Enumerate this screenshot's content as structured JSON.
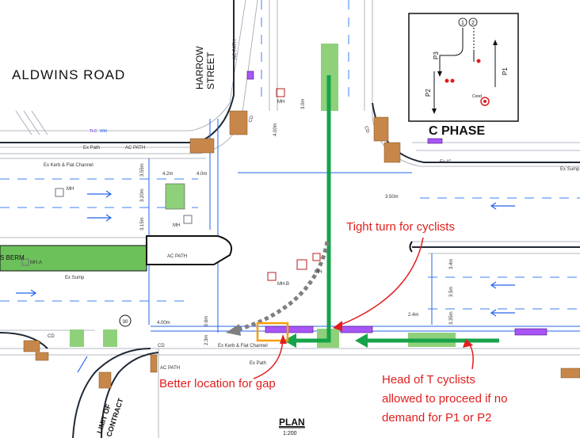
{
  "roads": {
    "aldwins": "ALDWINS  ROAD",
    "harrow_1": "HARROW",
    "harrow_2": "STREET"
  },
  "phase_title": "C PHASE",
  "inset": {
    "signals": [
      "1",
      "2"
    ],
    "phases": [
      "P3",
      "P1",
      "P2"
    ],
    "cond_label": "Cond"
  },
  "annotations": {
    "tight_turn": "Tight turn for cyclists",
    "better_location": "Better location for gap",
    "head_of_t_1": "Head of T cyclists",
    "head_of_t_2": "allowed to proceed if no",
    "head_of_t_3": "demand for P1 or P2"
  },
  "plan": {
    "title": "PLAN",
    "scale": "1:200"
  },
  "limit_contract": {
    "line1": "LIMIT OF",
    "line2": "CONTRACT"
  },
  "labels": {
    "ac_path": "AC PATH",
    "ex_path": "Ex Path",
    "ex_kerb": "Ex Kerb & Flat Channel",
    "ex_sump": "Ex Sump",
    "ex_ic": "Ex IC",
    "mh": "MH",
    "mh_a": "MH.A",
    "mh_b": "MH.B",
    "cd": "CD",
    "berm": "S BERM",
    "tlc": "TLC",
    "wm": "WM",
    "speed": "30"
  },
  "dimensions": {
    "d1": "3.0m",
    "d2": "4.00m",
    "d3": "4.2m",
    "d4": "4.0m",
    "d5": "3.55m",
    "d6": "3.20m",
    "d7": "3.15m",
    "d8": "3.50m",
    "d9": "3.4m",
    "d10": "3.5m",
    "d11": "3.35m",
    "d12": "2.4m",
    "d13": "4.00m",
    "d14": "0.6m",
    "d15": "2.3m"
  },
  "colors": {
    "green_route": "#16a34a",
    "annotation_red": "#e11d1d",
    "lane_blue": "#3b82f6",
    "green_surface": "#8fd07a",
    "kerb_brown": "#c8874a",
    "gap_orange": "#f59e0b"
  }
}
